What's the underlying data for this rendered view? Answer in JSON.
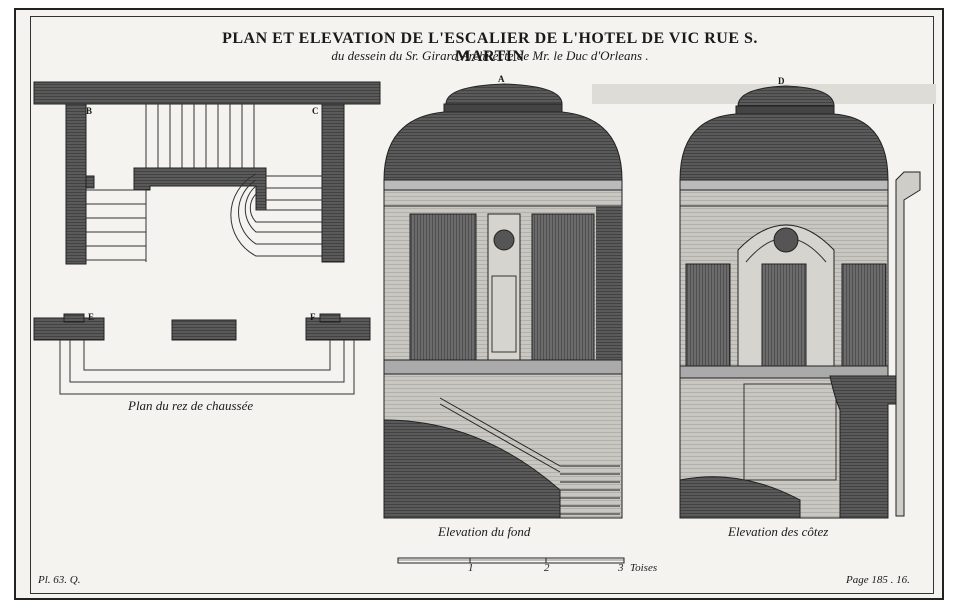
{
  "title": "PLAN ET ELEVATION DE L'ESCALIER DE L'HOTEL DE VIC RUE S. MARTIN",
  "subtitle": "du dessein du Sr. Girard Architecte de Mr. le Duc d'Orleans .",
  "plan": {
    "caption": "Plan du rez de chaussée",
    "letters": {
      "b": "B",
      "c": "C",
      "e": "E",
      "f": "F"
    }
  },
  "elevation_front": {
    "letter": "A",
    "caption": "Elevation du fond"
  },
  "elevation_side": {
    "letter": "D",
    "caption": "Elevation des côtez"
  },
  "scale": {
    "labels": [
      "1",
      "2",
      "3"
    ],
    "unit": "Toises"
  },
  "footer": {
    "plate": "Pl. 63. Q.",
    "page": "Page 185 . 16."
  }
}
